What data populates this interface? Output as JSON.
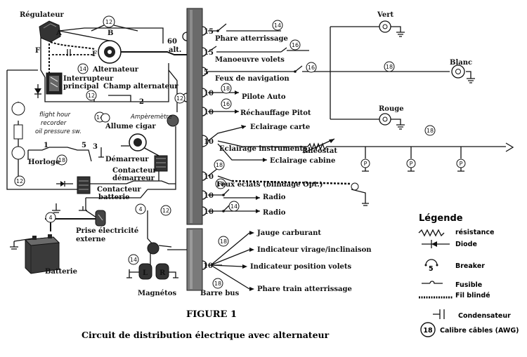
{
  "figure_title": "FIGURE 1",
  "caption": "Circuit de distribution électrique avec alternateur",
  "labels": {
    "regulateur": "Régulateur",
    "alternateur": "Alternateur",
    "interrupteur": "Interrupteur",
    "principal": "principal",
    "champ_alternateur": "Champ alternateur",
    "amperemetre": "Ampèremètre",
    "allume_cigar": "Allume cigar",
    "flight_hour": "flight hour",
    "recorder": "recorder",
    "oil_pressure": "oil pressure sw.",
    "horloge": "Horloge",
    "demarreur": "Démarreur",
    "contacteur_dem_1": "Contacteur",
    "contacteur_dem_2": "démarreur",
    "contacteur_bat_1": "Contacteur",
    "contacteur_bat_2": "batterie",
    "prise_1": "Prise électricité",
    "prise_2": "externe",
    "batterie": "Batterie",
    "magnetos": "Magnétos",
    "barre_bus": "Barre bus",
    "alt60": "60",
    "alt_abbr": "alt.",
    "term_a": "A",
    "term_b": "B",
    "term_f1": "F",
    "term_f2": "F",
    "vert": "Vert",
    "blanc": "Blanc",
    "rouge": "Rouge",
    "rheostat": "Rhéostat",
    "mag_l": "L",
    "mag_r": "R"
  },
  "circuits": [
    {
      "breaker": "15",
      "label": "Phare atterrissage",
      "gauge": "14"
    },
    {
      "breaker": "15",
      "label": "Manoeuvre volets",
      "gauge": "16"
    },
    {
      "breaker": "5",
      "label": "Feux de navigation",
      "gauge": "16"
    },
    {
      "breaker": "10",
      "label": "Pilote Auto",
      "gauge": "18"
    },
    {
      "breaker": "10",
      "label": "Réchauffage Pitot",
      "gauge": "16"
    },
    {
      "breaker": "10",
      "label": "Eclairage carte",
      "gauge": ""
    },
    {
      "breaker": "",
      "label": "Eclairage instruments",
      "gauge": ""
    },
    {
      "breaker": "",
      "label": "Eclairage cabine",
      "gauge": "18"
    },
    {
      "breaker": "10",
      "label": "Feux éclats (blindage Opt.)",
      "gauge": "18"
    },
    {
      "breaker": "10",
      "label": "Radio",
      "gauge": ""
    },
    {
      "breaker": "10",
      "label": "Radio",
      "gauge": "14"
    }
  ],
  "lower_circuits": {
    "breaker": "10",
    "gauge_top": "18",
    "gauge_bottom": "18",
    "items": [
      "Jauge carburant",
      "Indicateur virage/inclinaison",
      "Indicateur position volets",
      "Phare train atterrissage"
    ]
  },
  "gauges": {
    "reg_top": "12",
    "reg_left": "14",
    "interrupteur": "12",
    "champ_2": "2",
    "alt_out": "12",
    "allume": "14",
    "nav_18": "18",
    "instr_18": "18",
    "horloge_18": "18",
    "horloge_12": "12",
    "contact_4": "4",
    "prise_4": "4",
    "mag_14": "14",
    "mag_12": "12",
    "pos_1": "1",
    "pos_5": "5",
    "pos_3": "3"
  },
  "legend": {
    "title": "Légende",
    "items": [
      "résistance",
      "Diode",
      "Breaker",
      "Fusible",
      "Fil blindé",
      "Condensateur",
      "Calibre câbles (AWG)"
    ],
    "breaker_num": "5",
    "gauge_num": "18"
  }
}
